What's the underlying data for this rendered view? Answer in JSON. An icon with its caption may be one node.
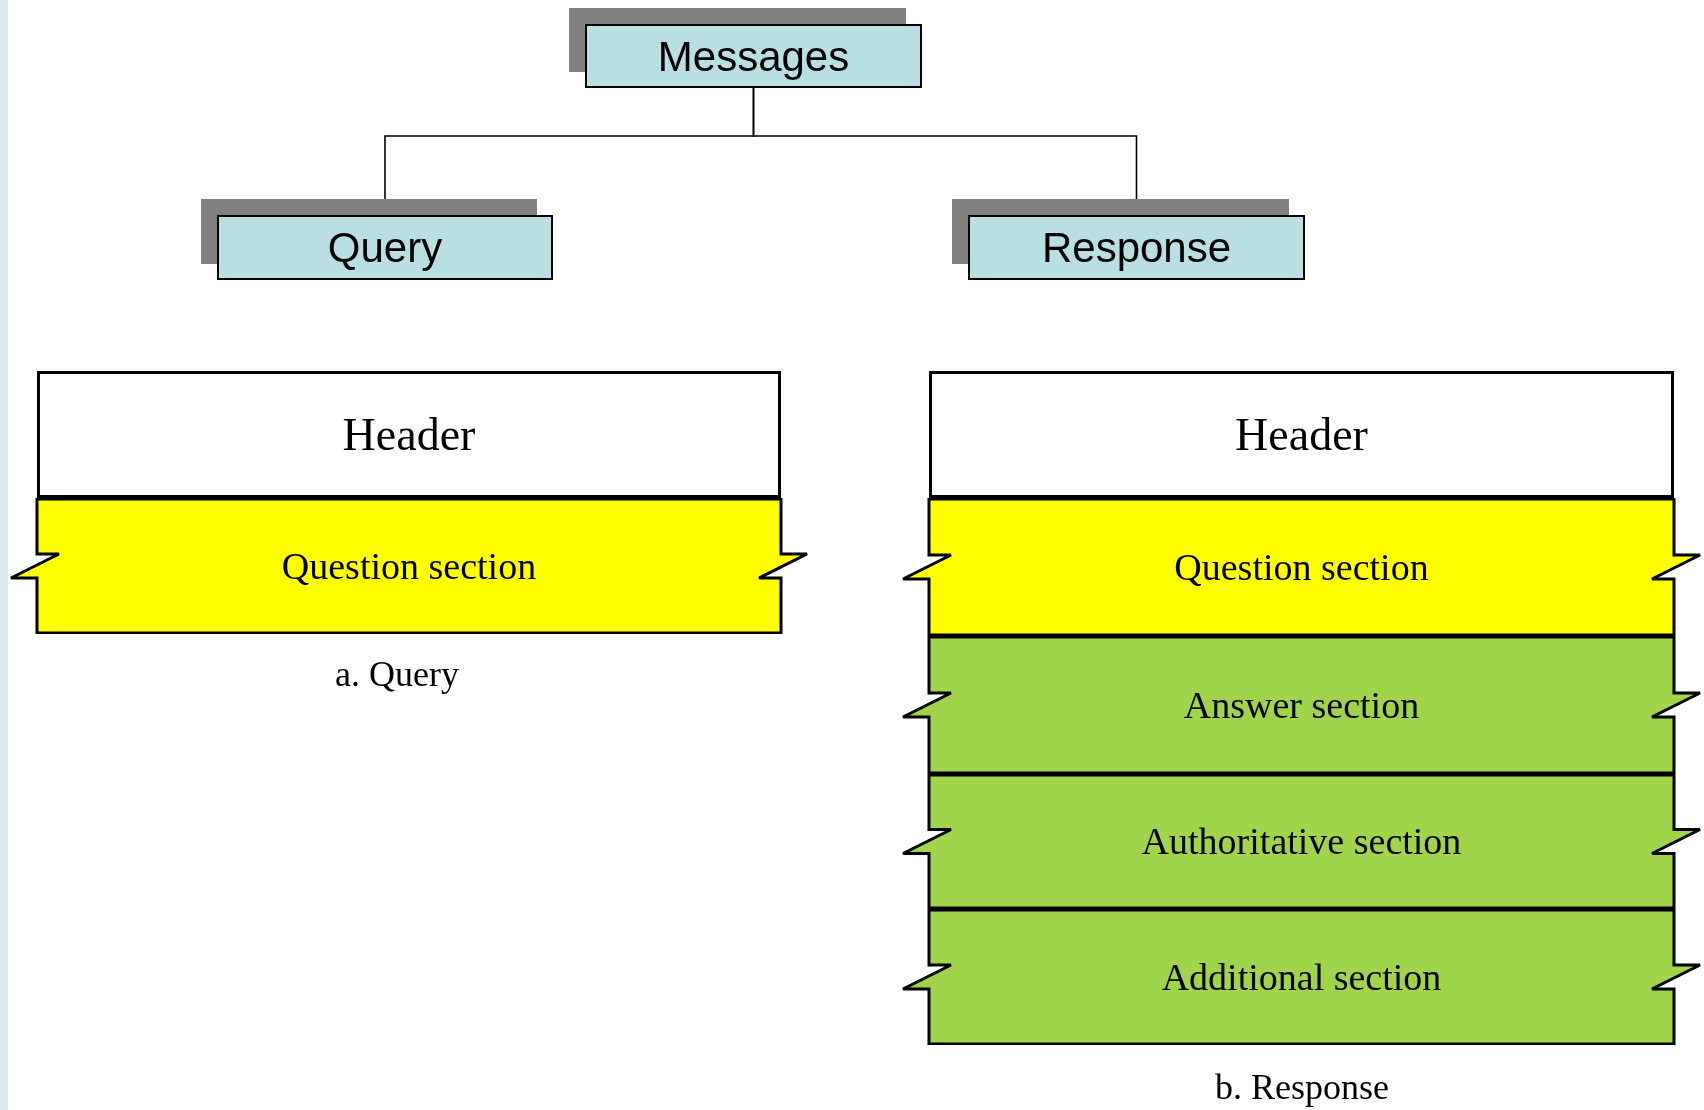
{
  "diagram": {
    "nodes": [
      {
        "text": [
          "Messages"
        ]
      },
      {
        "text": [
          "Query"
        ]
      },
      {
        "text": [
          "Response"
        ]
      },
      {
        "text": [
          "Header"
        ]
      },
      {
        "text": [
          "Question section"
        ]
      },
      {
        "text": [
          "Header"
        ]
      },
      {
        "text": [
          "Question section"
        ]
      },
      {
        "text": [
          "Answer section"
        ]
      },
      {
        "text": [
          "Authoritative section"
        ]
      },
      {
        "text": [
          "Additional section"
        ]
      }
    ],
    "edges": [
      {
        "from": 0,
        "to": 1,
        "arrow": "none"
      },
      {
        "from": 0,
        "to": 2,
        "arrow": "none"
      }
    ],
    "labels": [
      "a. Query",
      "b. Response"
    ]
  }
}
